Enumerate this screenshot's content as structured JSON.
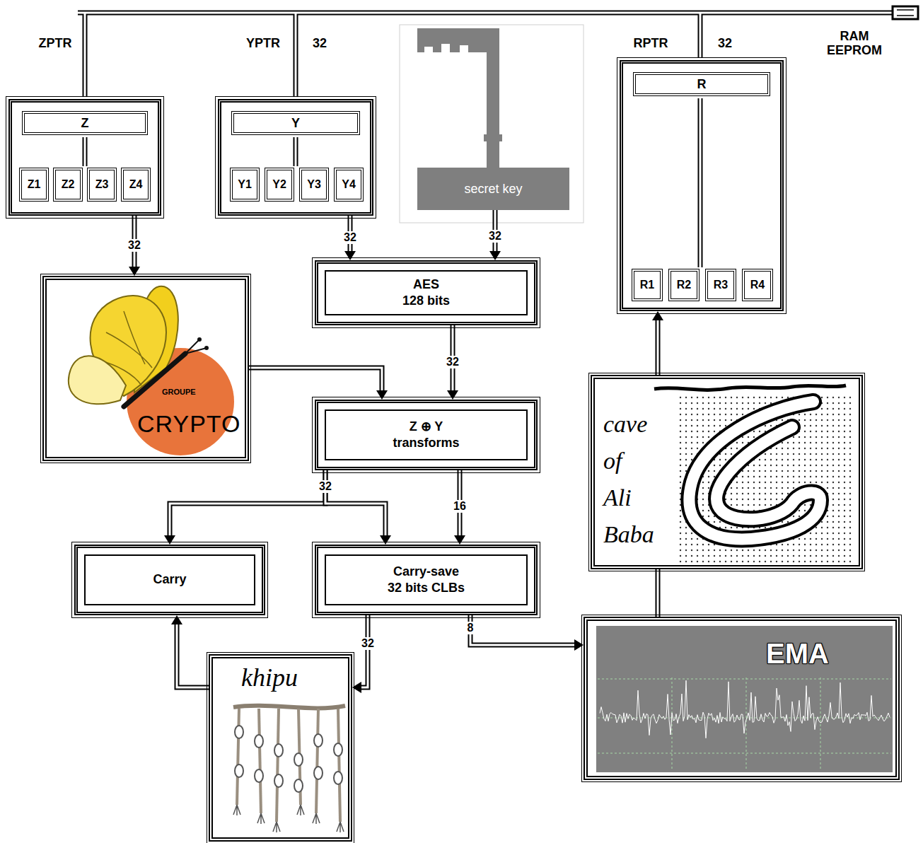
{
  "diagram": {
    "nodes": [
      {
        "text": [
          "Z"
        ]
      },
      {
        "text": [
          "Z1"
        ],
        "in": 0
      },
      {
        "text": [
          "Z2"
        ],
        "in": 0
      },
      {
        "text": [
          "Z3"
        ],
        "in": 0
      },
      {
        "text": [
          "Z4"
        ],
        "in": 0
      },
      {
        "text": [
          "Y"
        ]
      },
      {
        "text": [
          "Y1"
        ],
        "in": 5
      },
      {
        "text": [
          "Y2"
        ],
        "in": 5
      },
      {
        "text": [
          "Y3"
        ],
        "in": 5
      },
      {
        "text": [
          "Y4"
        ],
        "in": 5
      },
      {
        "text": [
          "secret key"
        ]
      },
      {
        "text": [
          "R"
        ]
      },
      {
        "text": [
          "R1"
        ],
        "in": 11
      },
      {
        "text": [
          "R2"
        ],
        "in": 11
      },
      {
        "text": [
          "R3"
        ],
        "in": 11
      },
      {
        "text": [
          "R4"
        ],
        "in": 11
      },
      {
        "text": [
          "GROUPE",
          "CRYPTO"
        ]
      },
      {
        "text": [
          "AES",
          "128 bits"
        ]
      },
      {
        "text": [
          "Z ⊕ Y",
          "transforms"
        ]
      },
      {
        "text": [
          "Carry"
        ]
      },
      {
        "text": [
          "Carry-save",
          "32 bits CLBs"
        ]
      },
      {
        "text": [
          "cave of Ali Baba"
        ]
      },
      {
        "text": [
          "khipu"
        ]
      },
      {
        "text": [
          "EMA"
        ]
      }
    ],
    "edges": [
      {
        "from": 0,
        "to": 16,
        "label": "32",
        "arrow": "to"
      },
      {
        "from": 5,
        "to": 17,
        "label": "32",
        "arrow": "to"
      },
      {
        "from": 10,
        "to": 17,
        "label": "32",
        "arrow": "to"
      },
      {
        "from": 17,
        "to": 18,
        "label": "32",
        "arrow": "to"
      },
      {
        "from": 16,
        "to": 18,
        "arrow": "to"
      },
      {
        "from": 18,
        "to": 19,
        "label": "32",
        "arrow": "to"
      },
      {
        "from": 18,
        "to": 20,
        "arrow": "to"
      },
      {
        "from": 18,
        "to": 20,
        "label": "16",
        "arrow": "to"
      },
      {
        "from": 22,
        "to": 19,
        "arrow": "to"
      },
      {
        "from": 20,
        "to": 22,
        "label": "32",
        "arrow": "to"
      },
      {
        "from": 20,
        "to": 23,
        "label": "8",
        "arrow": "to"
      },
      {
        "from": 21,
        "to": 11,
        "arrow": "to"
      },
      {
        "from": 21,
        "to": 23,
        "arrow": "none"
      }
    ],
    "labels": [
      "ZPTR",
      "YPTR",
      "32",
      "RPTR",
      "32",
      "RAM EEPROM"
    ]
  }
}
